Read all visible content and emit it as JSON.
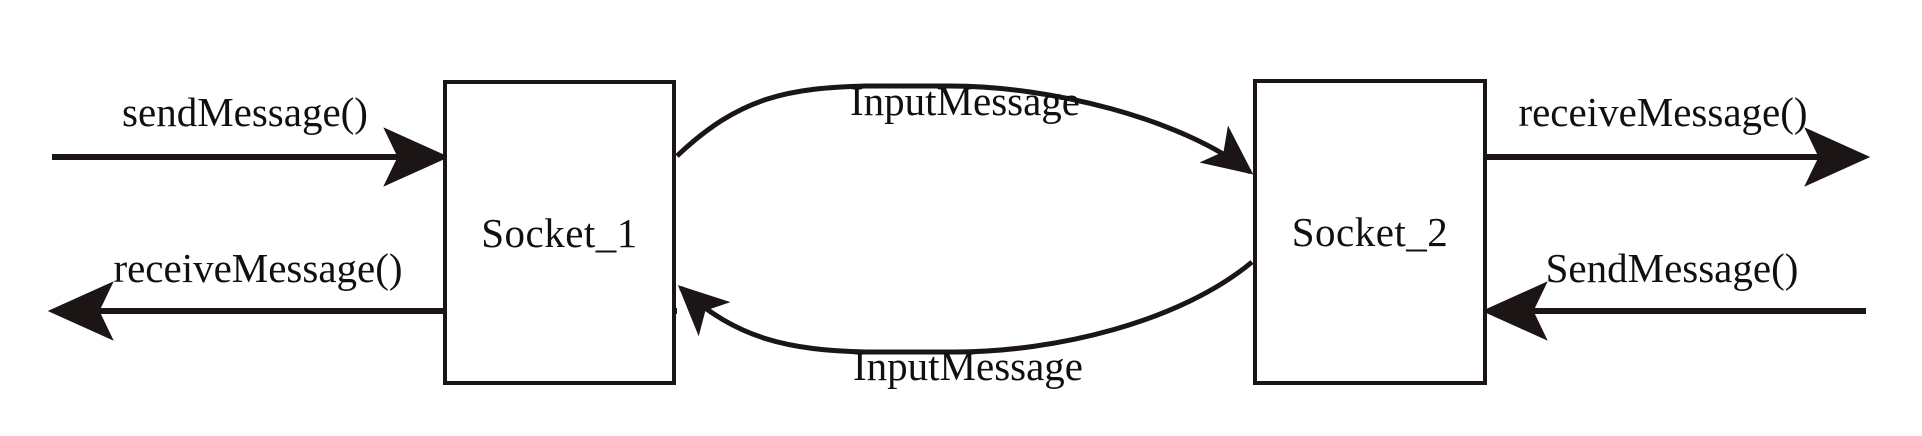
{
  "diagram": {
    "title": "Socket message exchange diagram",
    "stroke_color": "#1b1515",
    "text_color": "#111010",
    "background_color": "#ffffff",
    "nodes": [
      {
        "id": "socket_1",
        "label": "Socket_1"
      },
      {
        "id": "socket_2",
        "label": "Socket_2"
      }
    ],
    "edges": [
      {
        "id": "left-in",
        "label": "sendMessage()",
        "direction": "right",
        "style": "straight",
        "from": "external-left",
        "to": "socket_1"
      },
      {
        "id": "left-out",
        "label": "receiveMessage()",
        "direction": "left",
        "style": "straight",
        "from": "socket_1",
        "to": "external-left"
      },
      {
        "id": "top-transfer",
        "label": "InputMessage",
        "direction": "right",
        "style": "curved",
        "from": "socket_1",
        "to": "socket_2"
      },
      {
        "id": "bottom-transfer",
        "label": "InputMessage",
        "direction": "left",
        "style": "curved",
        "from": "socket_2",
        "to": "socket_1"
      },
      {
        "id": "right-out",
        "label": "receiveMessage()",
        "direction": "right",
        "style": "straight",
        "from": "socket_2",
        "to": "external-right"
      },
      {
        "id": "right-in",
        "label": "SendMessage()",
        "direction": "left",
        "style": "straight",
        "from": "external-right",
        "to": "socket_2"
      }
    ]
  }
}
